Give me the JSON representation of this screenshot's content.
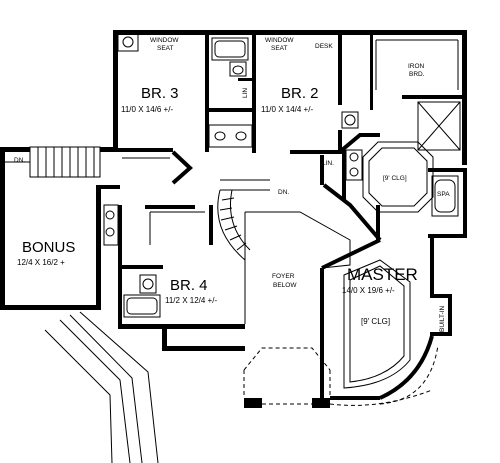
{
  "rooms": {
    "br3": {
      "name": "BR. 3",
      "dims": "11/0 X 14/6 +/-"
    },
    "br2": {
      "name": "BR. 2",
      "dims": "11/0 X 14/4 +/-"
    },
    "br4": {
      "name": "BR. 4",
      "dims": "11/2 X 12/4 +/-"
    },
    "bonus": {
      "name": "BONUS",
      "dims": "12/4 X 16/2 +"
    },
    "master": {
      "name": "MASTER",
      "dims": "14/0 X 19/6 +/-",
      "ceiling": "[9' CLG]"
    },
    "foyer": {
      "line1": "FOYER",
      "line2": "BELOW"
    }
  },
  "labels": {
    "window_seat": "WINDOW",
    "seat": "SEAT",
    "desk": "DESK",
    "iron": "IRON",
    "brd": "BRD.",
    "lin": "LIN",
    "lin2": "LIN.",
    "dn": "DN.",
    "dn2": "DN.",
    "clg9": "[9' CLG]",
    "spa": "SPA",
    "built_in": "BUILT-IN"
  }
}
